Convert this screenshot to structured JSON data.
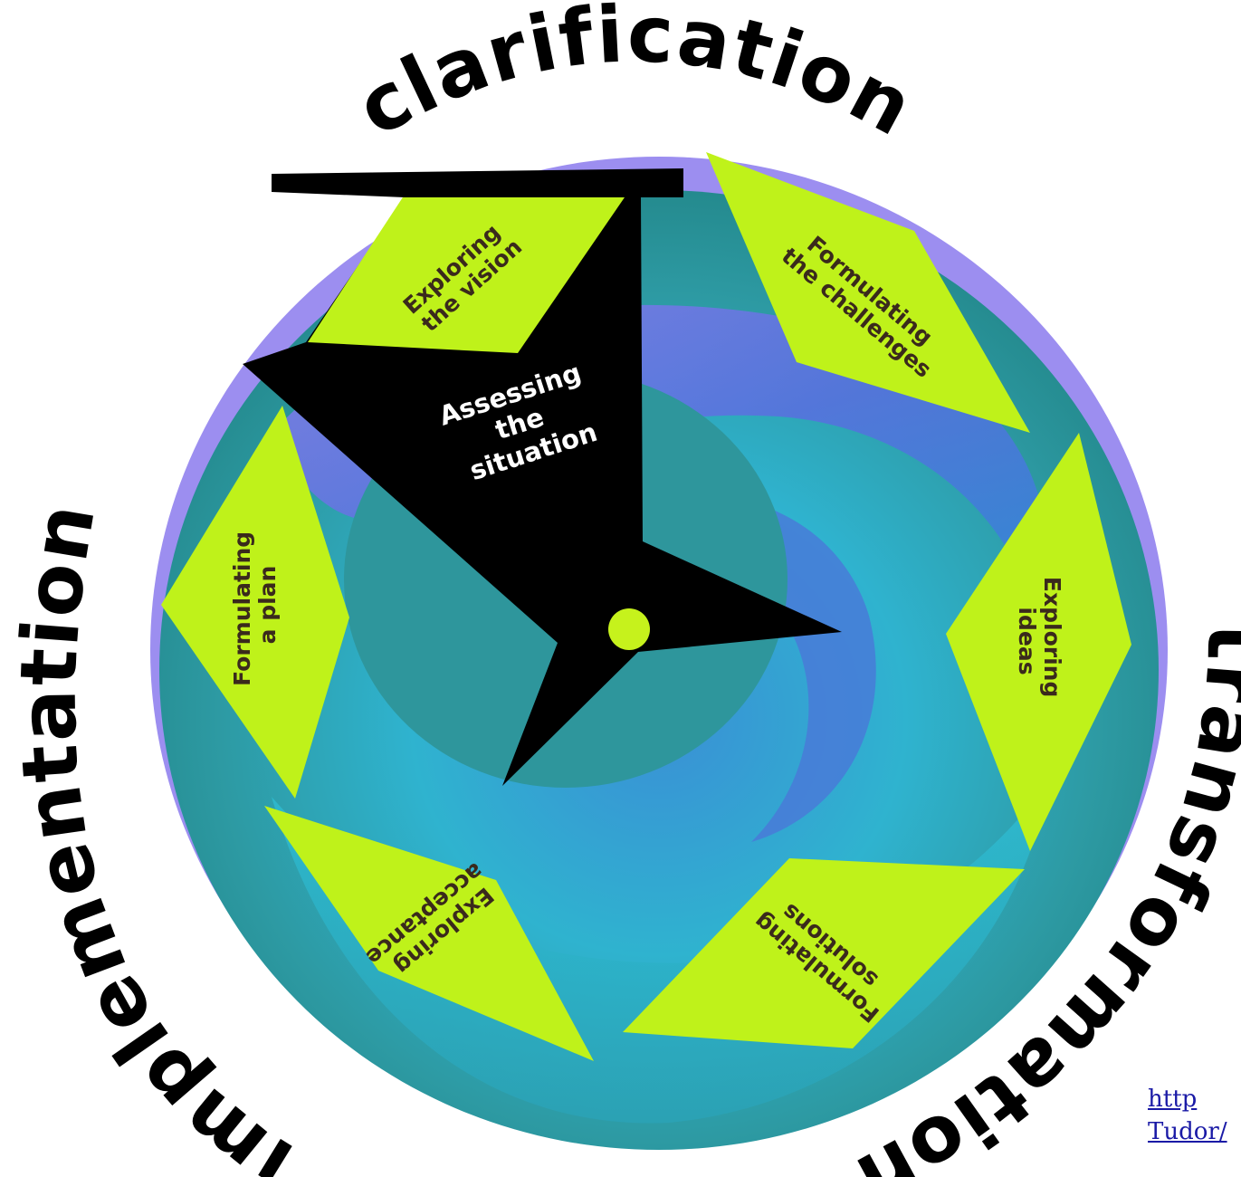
{
  "stages": {
    "clarification": "clarification",
    "transformation": "transformation",
    "implementation": "implementation"
  },
  "steps": {
    "exploring_vision": [
      "Exploring",
      "the vision"
    ],
    "formulating_challenges": [
      "Formulating",
      "the challenges"
    ],
    "exploring_ideas": [
      "Exploring",
      "ideas"
    ],
    "formulating_solutions": [
      "Formulating",
      "solutions"
    ],
    "exploring_acceptance": [
      "Exploring",
      "acceptance"
    ],
    "formulating_plan": [
      "Formulating",
      "a plan"
    ]
  },
  "center": [
    "Assessing",
    "the",
    "situation"
  ],
  "source_link": [
    "http",
    "Tudor/"
  ],
  "colors": {
    "diamond": "#bff21a",
    "sphere_teal": "#2f9aa0",
    "sphere_rim": "#9c8ef0",
    "pointer": "#000000",
    "hub_dot": "#c6f21c"
  }
}
